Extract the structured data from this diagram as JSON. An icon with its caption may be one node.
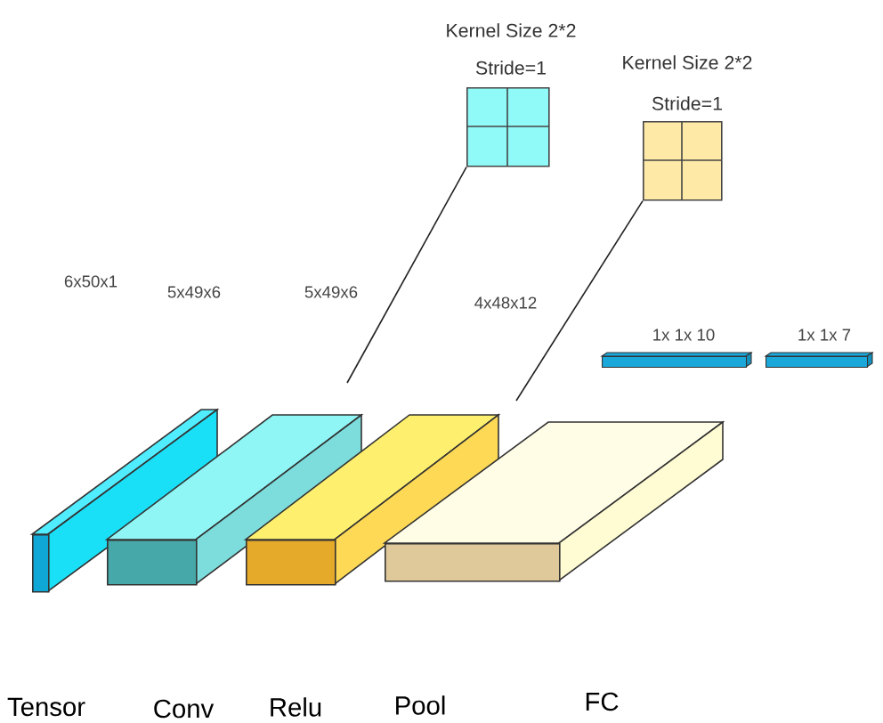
{
  "diagram": {
    "nodes": [
      {
        "text": [
          "Kernel Size 2*2",
          "Stride=1"
        ]
      },
      {
        "text": [
          "Kernel Size 2*2",
          "Stride=1"
        ]
      },
      {
        "text": [],
        "shape": "box"
      },
      {
        "text": [],
        "shape": "box"
      },
      {
        "text": [],
        "shape": "box"
      },
      {
        "text": [],
        "shape": "box"
      },
      {
        "text": [],
        "shape": "bar",
        "beside": [
          "1x 1x 10"
        ]
      },
      {
        "text": [],
        "shape": "bar",
        "beside": [
          "1x 1x 7"
        ]
      }
    ],
    "edges": [
      {
        "from": 0,
        "to": null,
        "arrow": "none"
      },
      {
        "from": 1,
        "to": null,
        "arrow": "none"
      }
    ],
    "labels": [
      "6x50x1",
      "5x49x6",
      "5x49x6",
      "4x48x12",
      "Tensor",
      "Conv",
      "Relu",
      "Pool",
      "FC"
    ]
  }
}
